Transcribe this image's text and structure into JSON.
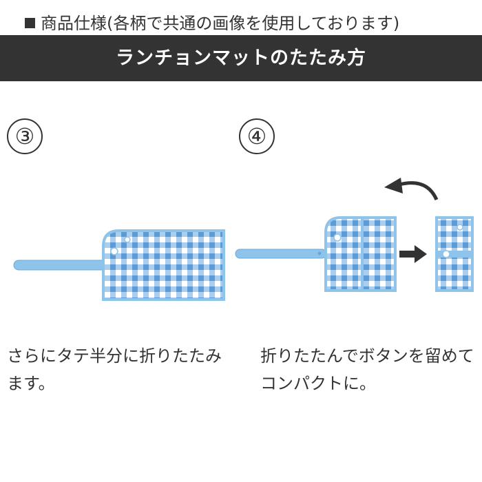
{
  "header": {
    "spec_label": "商品仕様(各柄で共通の画像を使用しております)",
    "banner_title": "ランチョンマットのたたみ方"
  },
  "steps": [
    {
      "number": "③",
      "description": "さらにタテ半分に折りたたみます。"
    },
    {
      "number": "④",
      "description": "折りたたんでボタンを留めてコンパクトに。"
    }
  ],
  "colors": {
    "banner_bg": "#333333",
    "banner_text": "#ffffff",
    "gingham_dark": "#7fb2e0",
    "gingham_light": "#c9e0f4",
    "strap": "#8ec3ea",
    "arrow": "#333333"
  },
  "icons": [
    "curved-arrow-icon",
    "right-arrow-icon"
  ]
}
